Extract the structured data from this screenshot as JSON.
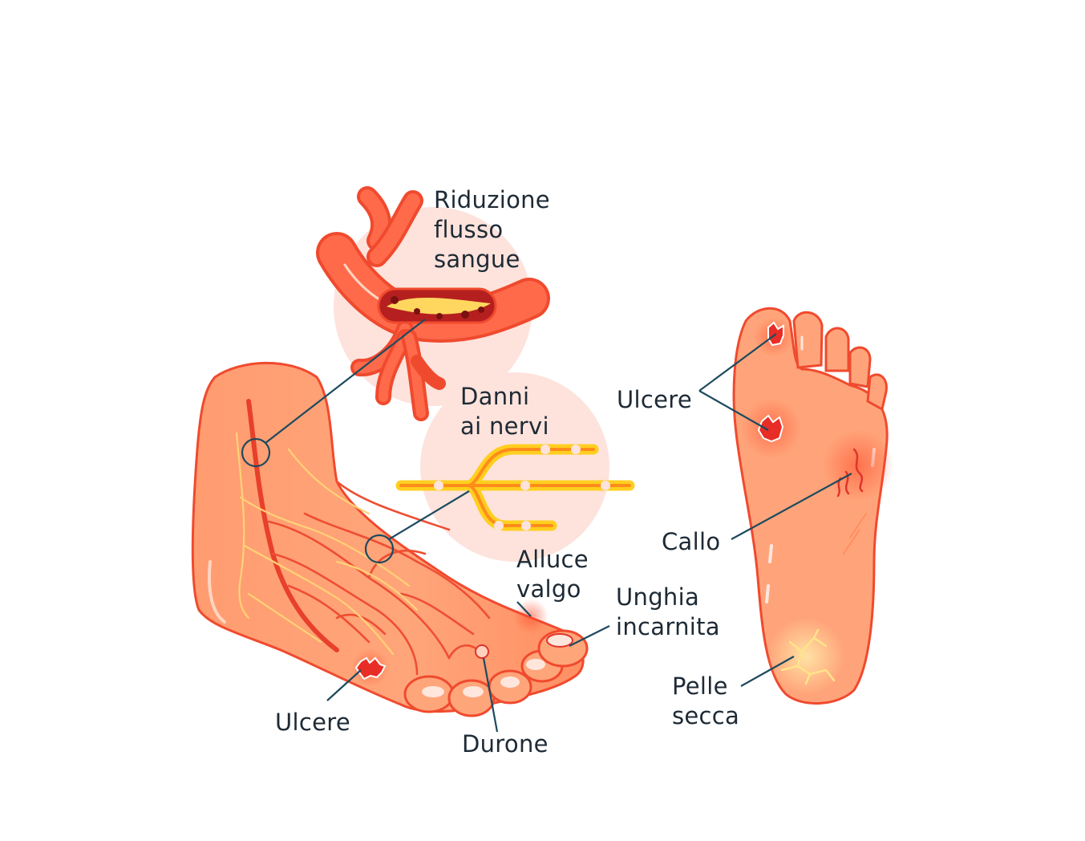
{
  "colors": {
    "skin": "#ff9a6c",
    "skin_dark": "#ff7a4a",
    "outline": "#f04a2e",
    "vessel": "#ee4e33",
    "nerve": "#ffd01e",
    "nerve_core": "#ff8c1a",
    "circle_bg": "#fde3dc",
    "leader": "#1d4a5e",
    "text": "#1d2a35"
  },
  "labels": {
    "blood_flow": [
      "Riduzione",
      "flusso",
      "sangue"
    ],
    "nerve_damage": [
      "Danni",
      "ai nervi"
    ],
    "bunion": [
      "Alluce",
      "valgo"
    ],
    "ingrown_nail": [
      "Unghia",
      "incarnita"
    ],
    "ulcer_side": "Ulcere",
    "corn": "Durone",
    "ulcer_sole": "Ulcere",
    "callus": "Callo",
    "dry_skin": [
      "Pelle",
      "secca"
    ]
  }
}
